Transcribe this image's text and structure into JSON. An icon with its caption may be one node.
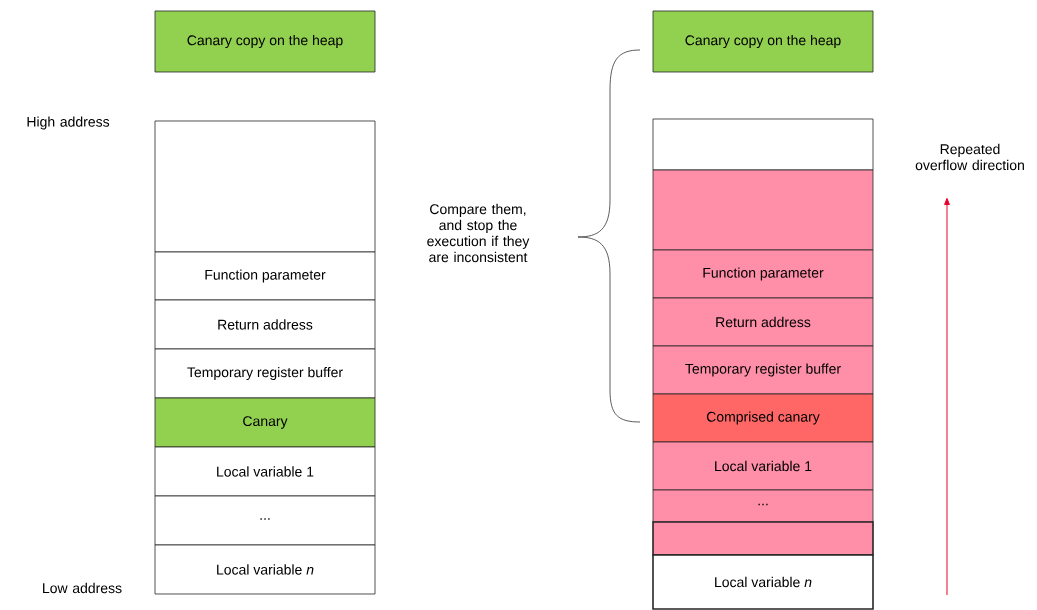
{
  "diagram": {
    "nodes": [
      {
        "text": [
          "Canary copy on the heap"
        ]
      },
      {
        "text": [],
        "shape": "box"
      },
      {
        "text": [
          "Function parameter"
        ]
      },
      {
        "text": [
          "Return address"
        ]
      },
      {
        "text": [
          "Temporary register buffer"
        ]
      },
      {
        "text": [
          "Canary"
        ]
      },
      {
        "text": [
          "Local variable 1"
        ]
      },
      {
        "text": [
          "..."
        ]
      },
      {
        "text": [
          "Local variable *n*"
        ]
      },
      {
        "text": [
          "Canary copy on the heap"
        ]
      },
      {
        "text": [],
        "shape": "box"
      },
      {
        "text": [],
        "shape": "box"
      },
      {
        "text": [
          "Function parameter"
        ]
      },
      {
        "text": [
          "Return address"
        ]
      },
      {
        "text": [
          "Temporary register buffer"
        ]
      },
      {
        "text": [
          "Comprised canary"
        ]
      },
      {
        "text": [
          "Local variable 1"
        ]
      },
      {
        "text": [
          "..."
        ]
      },
      {
        "text": [],
        "shape": "box"
      },
      {
        "text": [
          "Local variable *n*"
        ]
      }
    ],
    "labels": [
      "High address",
      "Compare them, and stop the execution if they are inconsistent",
      "Repeated overflow direction",
      "Low address"
    ]
  }
}
